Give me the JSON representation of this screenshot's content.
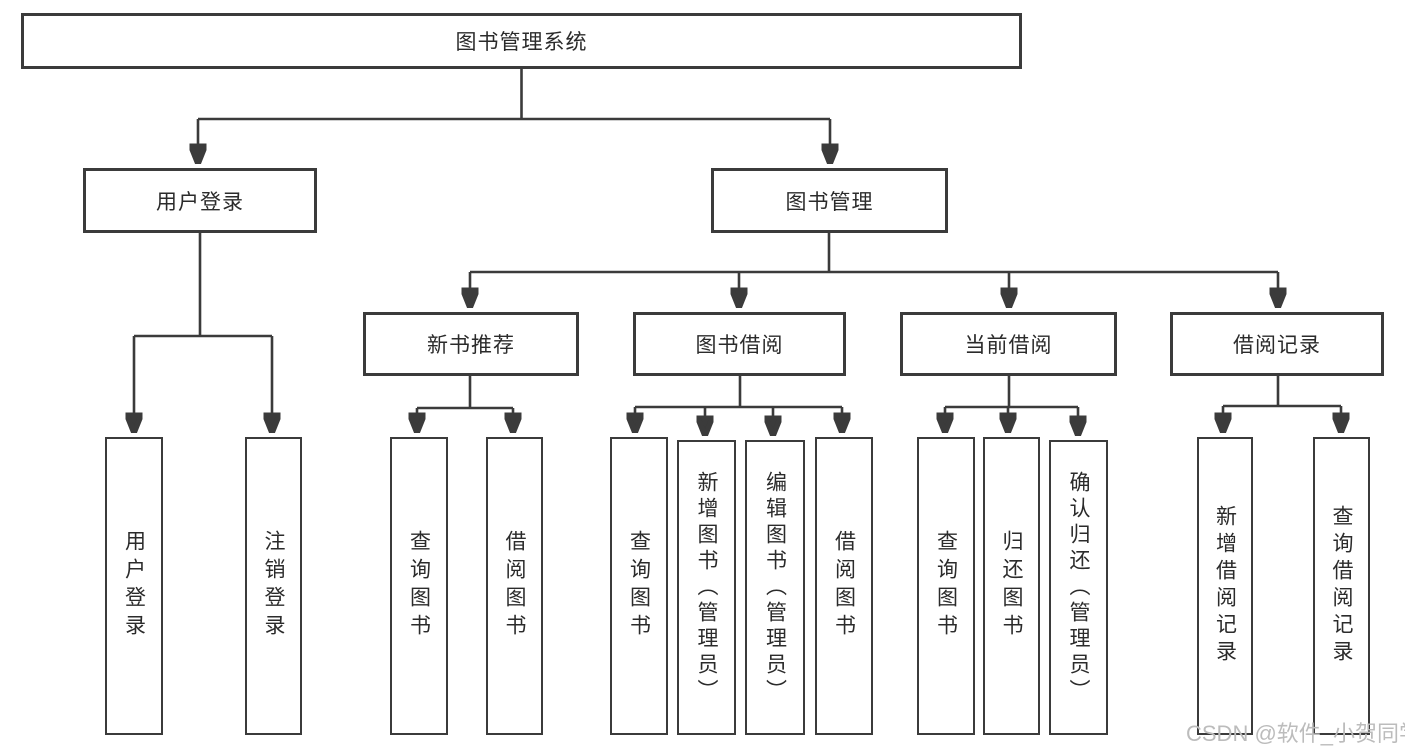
{
  "tree": {
    "label": "图书管理系统",
    "children": [
      {
        "label": "用户登录",
        "children": [
          {
            "label": "用户登录"
          },
          {
            "label": "注销登录"
          }
        ]
      },
      {
        "label": "图书管理",
        "children": [
          {
            "label": "新书推荐",
            "children": [
              {
                "label": "查询图书"
              },
              {
                "label": "借阅图书"
              }
            ]
          },
          {
            "label": "图书借阅",
            "children": [
              {
                "label": "查询图书"
              },
              {
                "label": "新增图书（管理员）"
              },
              {
                "label": "编辑图书（管理员）"
              },
              {
                "label": "借阅图书"
              }
            ]
          },
          {
            "label": "当前借阅",
            "children": [
              {
                "label": "查询图书"
              },
              {
                "label": "归还图书"
              },
              {
                "label": "确认归还（管理员）"
              }
            ]
          },
          {
            "label": "借阅记录",
            "children": [
              {
                "label": "新增借阅记录"
              },
              {
                "label": "查询借阅记录"
              }
            ]
          }
        ]
      }
    ]
  },
  "watermark": "CSDN @软件_小贺同学",
  "colors": {
    "line": "#3b3b3b",
    "text": "#2b2b2b",
    "background": "#ffffff",
    "watermark": "#bcbcbc"
  }
}
